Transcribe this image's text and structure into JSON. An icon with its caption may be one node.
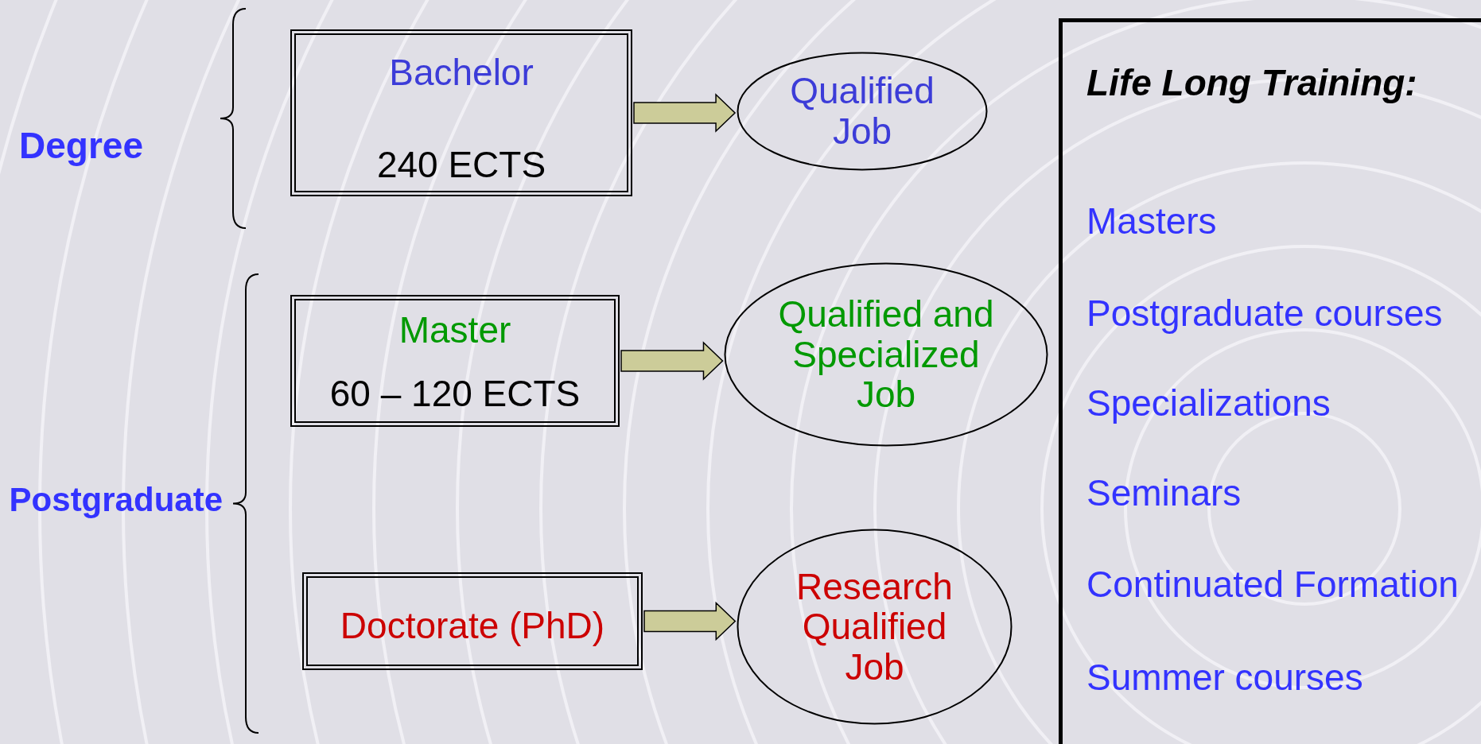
{
  "diagram": {
    "nodes": [
      {
        "text": [
          "Bachelor",
          "240 ECTS"
        ]
      },
      {
        "text": [
          "Qualified Job"
        ]
      },
      {
        "text": [
          "Master",
          "60 – 120 ECTS"
        ]
      },
      {
        "text": [
          "Qualified and Specialized Job"
        ]
      },
      {
        "text": [
          "Doctorate (PhD)"
        ]
      },
      {
        "text": [
          "Research Qualified Job"
        ]
      },
      {
        "text": [
          "Life Long Training:",
          "Masters",
          "Postgraduate courses",
          "Specializations",
          "Seminars",
          "Continuated Formation",
          "Summer courses"
        ]
      }
    ],
    "edges": [
      {
        "from": 0,
        "to": 1,
        "arrow": "to"
      },
      {
        "from": 2,
        "to": 3,
        "arrow": "to"
      },
      {
        "from": 4,
        "to": 5,
        "arrow": "to"
      }
    ],
    "labels": [
      "Degree",
      "Postgraduate"
    ]
  }
}
